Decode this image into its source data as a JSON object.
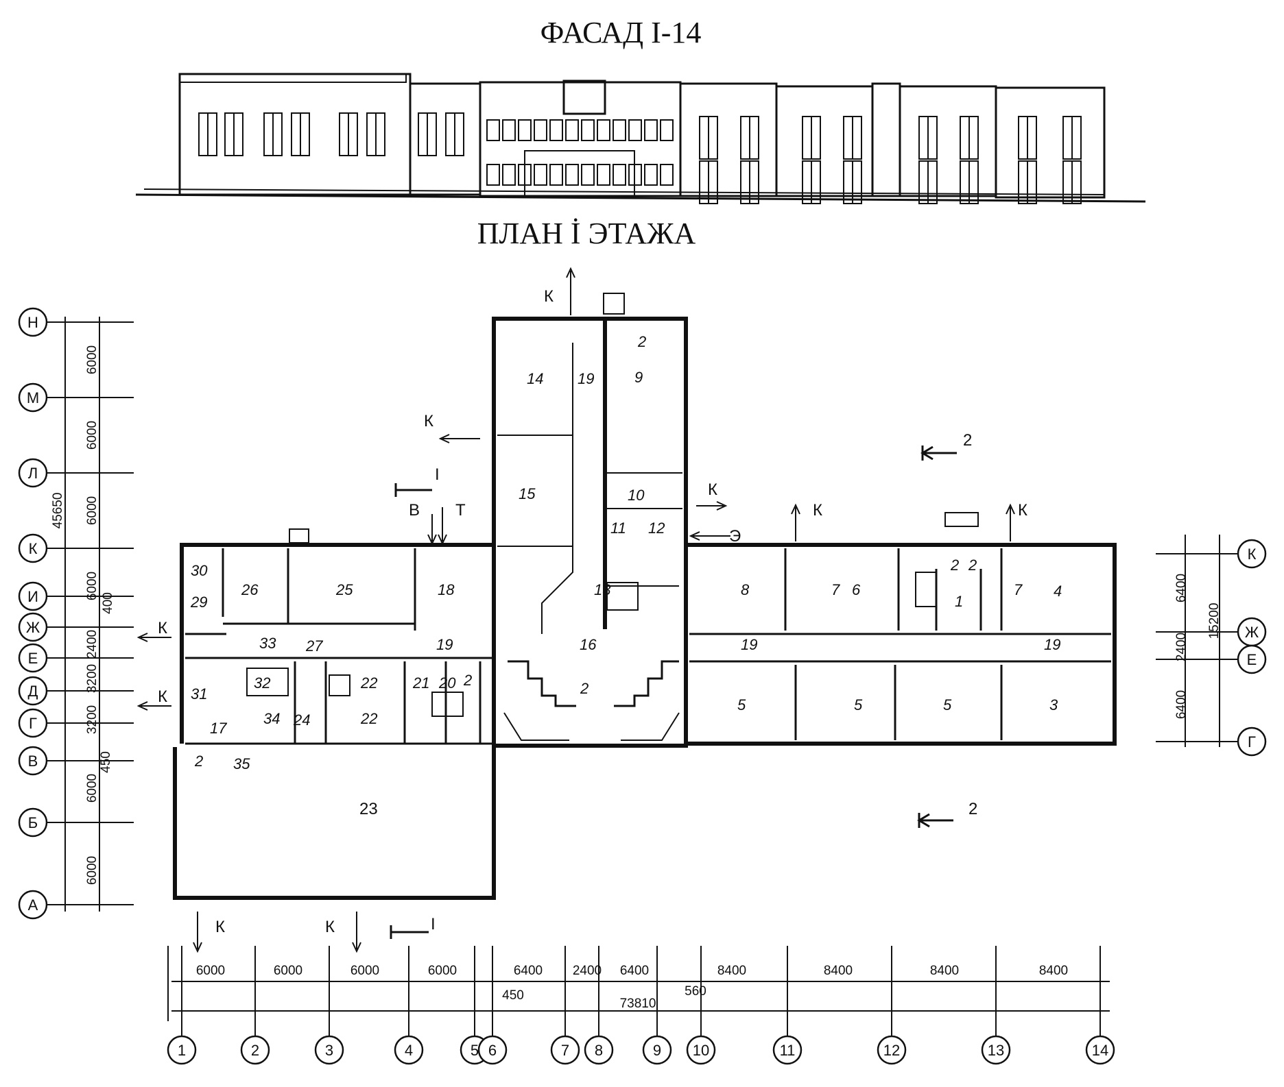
{
  "titles": {
    "facade": "ФАСАД I-14",
    "plan": "ПЛАН İ ЭТАЖА"
  },
  "row_axes": [
    "Н",
    "М",
    "Л",
    "К",
    "И",
    "Ж",
    "Е",
    "Д",
    "Г",
    "В",
    "Б",
    "А"
  ],
  "right_axes": [
    "К",
    "Ж",
    "Е",
    "Г"
  ],
  "col_axes": [
    "1",
    "2",
    "3",
    "4",
    "5",
    "6",
    "7",
    "8",
    "9",
    "10",
    "11",
    "12",
    "13",
    "14"
  ],
  "left_dims": {
    "d1": "6000",
    "d2": "6000",
    "d3": "6000",
    "d4": "6000",
    "d5": "2400",
    "d6": "3200",
    "d7": "3200",
    "d8": "450",
    "d9": "6000",
    "d10": "6000",
    "total": "45650",
    "small": "400"
  },
  "right_dims": {
    "d1": "6400",
    "d2": "2400",
    "d3": "6400",
    "total": "15200"
  },
  "bottom_dims": {
    "c1": "6000",
    "c2": "6000",
    "c3": "6000",
    "c4": "6000",
    "c5": "6400",
    "c6": "2400",
    "c7": "6400",
    "c8": "8400",
    "c9": "8400",
    "c10": "8400",
    "c11": "8400",
    "g1": "450",
    "g2": "560",
    "total": "73810"
  },
  "rooms": {
    "r1": "1",
    "r2a": "2",
    "r2b": "2",
    "r2c": "2",
    "r2d": "2",
    "r2e": "2",
    "r2f": "2",
    "r3": "3",
    "r4": "4",
    "r5a": "5",
    "r5b": "5",
    "r5c": "5",
    "r6": "6",
    "r7a": "7",
    "r7b": "7",
    "r8": "8",
    "r9": "9",
    "r10": "10",
    "r11": "11",
    "r12": "12",
    "r13": "13",
    "r14": "14",
    "r15": "15",
    "r16": "16",
    "r17": "17",
    "r18": "18",
    "r19a": "19",
    "r19b": "19",
    "r19c": "19",
    "r19d": "19",
    "r20": "20",
    "r21": "21",
    "r22a": "22",
    "r22b": "22",
    "r23": "23",
    "r24": "24",
    "r25": "25",
    "r26": "26",
    "r27": "27",
    "r29": "29",
    "r30": "30",
    "r31": "31",
    "r32": "32",
    "r33": "33",
    "r34": "34",
    "r35": "35"
  },
  "markers": {
    "k": "К",
    "e": "Э",
    "v": "В",
    "t": "Т",
    "sec1": "I",
    "sec2": "2"
  }
}
